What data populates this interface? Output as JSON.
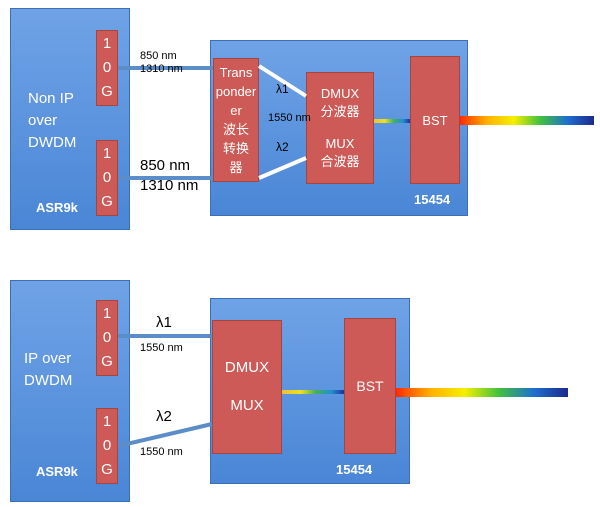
{
  "diagram1": {
    "router_name": "ASR9k",
    "router_label_lines": [
      "Non IP",
      "over",
      "DWDM"
    ],
    "port_top_chars": [
      "1",
      "0",
      "G"
    ],
    "port_bottom_chars": [
      "1",
      "0",
      "G"
    ],
    "top_wavelengths": [
      "850 nm",
      "1310 nm"
    ],
    "bottom_wavelengths": [
      "850 nm",
      "1310 nm"
    ],
    "transponder_lines": [
      "Trans",
      "ponder",
      "er",
      "波长",
      "转换",
      "器"
    ],
    "lambda1": "λ1",
    "lambda2": "λ2",
    "mid_wavelength": "1550 nm",
    "dmux_label": "DMUX",
    "dmux_cn": "分波器",
    "mux_label": "MUX",
    "mux_cn": "合波器",
    "bst_label": "BST",
    "chassis_name": "15454"
  },
  "diagram2": {
    "router_name": "ASR9k",
    "router_label_lines": [
      "IP over",
      "DWDM"
    ],
    "port_top_chars": [
      "1",
      "0",
      "G"
    ],
    "port_bottom_chars": [
      "1",
      "0",
      "G"
    ],
    "lambda1": "λ1",
    "lambda1_nm": "1550 nm",
    "lambda2": "λ2",
    "lambda2_nm": "1550 nm",
    "dmux_label": "DMUX",
    "mux_label": "MUX",
    "bst_label": "BST",
    "chassis_name": "15454"
  },
  "colors": {
    "box_blue": "#5b94dd",
    "module_red": "#cd5a56",
    "fiber": "#5b8ec9"
  }
}
